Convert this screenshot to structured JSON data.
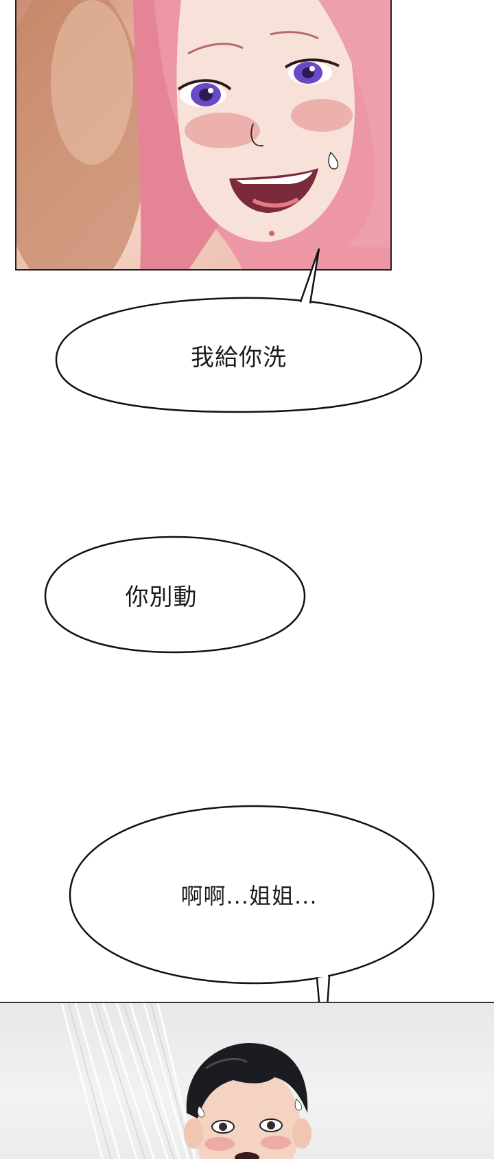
{
  "bubbles": {
    "first": "我給你洗",
    "second": "你別動",
    "third": "啊啊...姐姐..."
  },
  "colors": {
    "hair": "#e98b9a",
    "skin": "#f6dcd2",
    "eyes": "#7a55c9",
    "blush": "#e58a8a",
    "panel_border": "#222222"
  }
}
